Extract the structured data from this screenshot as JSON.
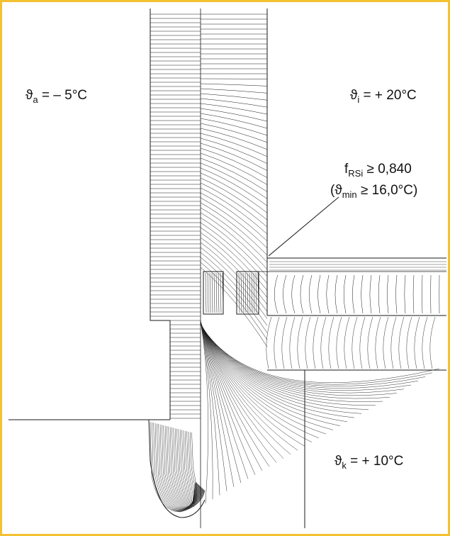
{
  "colors": {
    "frame": "#f2c232",
    "line": "#1a1a1a",
    "background": "#ffffff"
  },
  "labels": {
    "outside_symbol": "ϑ",
    "outside_sub": "a",
    "outside_value": " = – 5°C",
    "inside_symbol": "ϑ",
    "inside_sub": "i",
    "inside_value": " = + 20°C",
    "frsi_symbol": "f",
    "frsi_sub": "RSi",
    "frsi_value": " ≥ 0,840",
    "min_open": "(ϑ",
    "min_sub": "min",
    "min_value": " ≥ 16,0°C)",
    "cellar_symbol": "ϑ",
    "cellar_sub": "k",
    "cellar_value": " = + 10°C"
  }
}
